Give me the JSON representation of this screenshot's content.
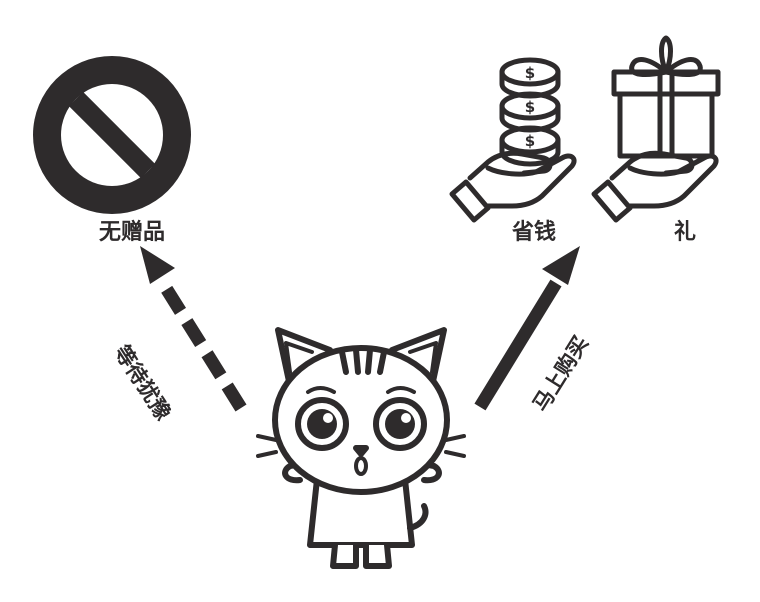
{
  "colors": {
    "ink": "#2e2b2c",
    "background": "#ffffff"
  },
  "left_branch": {
    "icon": "prohibited-sign-icon",
    "label": "无赠品",
    "arrow_label": "等待犹豫"
  },
  "right_branch": {
    "arrow_label": "马上购买",
    "options": [
      {
        "icon": "coins-in-hand-icon",
        "label": "省钱"
      },
      {
        "icon": "gift-in-hand-icon",
        "label": "礼"
      }
    ]
  },
  "character": {
    "icon": "cartoon-cat-icon"
  }
}
